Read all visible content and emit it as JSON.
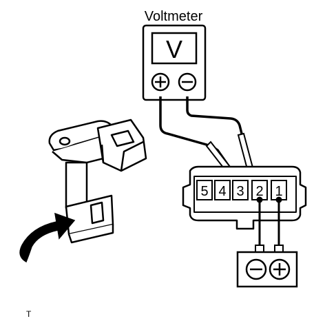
{
  "title": "Voltmeter",
  "meter_symbol": "V",
  "meter_terminals": {
    "positive": "+",
    "negative": "−"
  },
  "connector_pins": [
    "5",
    "4",
    "3",
    "2",
    "1"
  ],
  "supply_terminals": {
    "negative": "−",
    "positive": "+"
  },
  "footer_code": "T"
}
